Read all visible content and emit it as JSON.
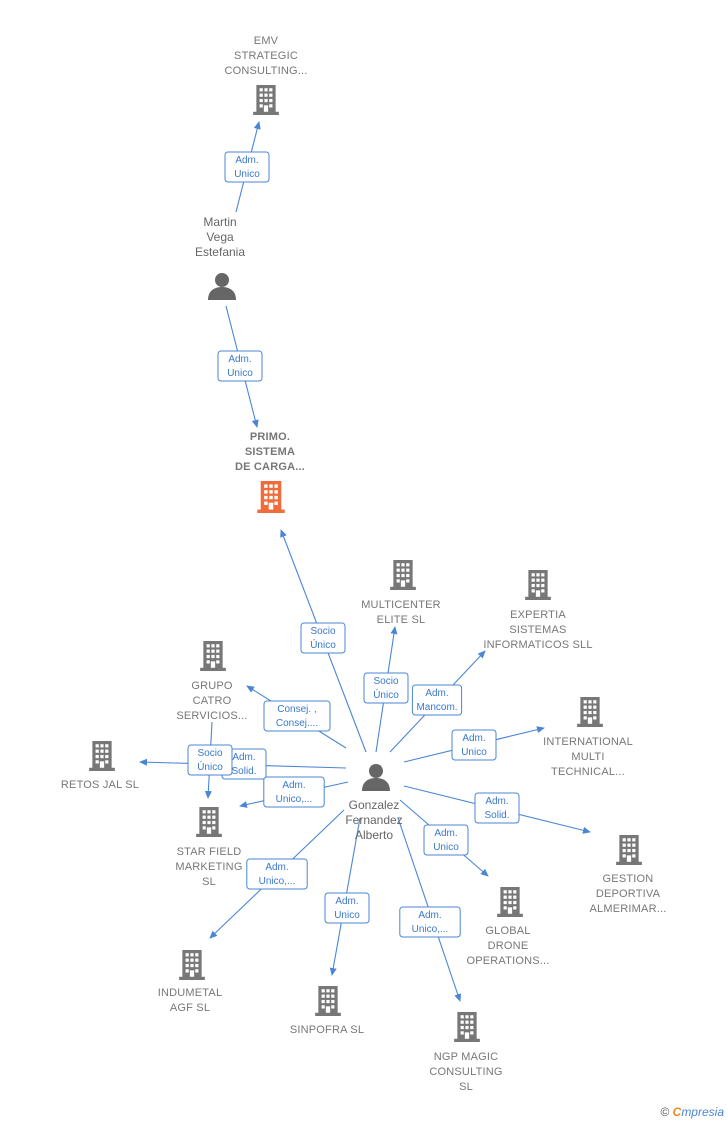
{
  "colors": {
    "edge": "#4a86d6",
    "building": "#777777",
    "main_building": "#f26b3a",
    "person": "#666666"
  },
  "nodes": [
    {
      "id": "emv",
      "type": "company",
      "lines": [
        "EMV",
        "STRATEGIC",
        "CONSULTING..."
      ]
    },
    {
      "id": "martin",
      "type": "person",
      "lines": [
        "Martin",
        "Vega",
        "Estefania"
      ]
    },
    {
      "id": "primo",
      "type": "company",
      "main": true,
      "lines": [
        "PRIMO.",
        "SISTEMA",
        "DE CARGA..."
      ]
    },
    {
      "id": "multicenter",
      "type": "company",
      "lines": [
        "MULTICENTER",
        "ELITE  SL"
      ]
    },
    {
      "id": "expertia",
      "type": "company",
      "lines": [
        "EXPERTIA",
        "SISTEMAS",
        "INFORMATICOS SLL"
      ]
    },
    {
      "id": "grupo",
      "type": "company",
      "lines": [
        "GRUPO",
        "CATRO",
        "SERVICIOS..."
      ]
    },
    {
      "id": "international",
      "type": "company",
      "lines": [
        "INTERNATIONAL",
        "MULTI",
        "TECHNICAL..."
      ]
    },
    {
      "id": "retos",
      "type": "company",
      "lines": [
        "RETOS JAL  SL"
      ]
    },
    {
      "id": "gonzalez",
      "type": "person",
      "lines": [
        "Gonzalez",
        "Fernandez",
        "Alberto"
      ]
    },
    {
      "id": "starfield",
      "type": "company",
      "lines": [
        "STAR FIELD",
        "MARKETING",
        "SL"
      ]
    },
    {
      "id": "gestion",
      "type": "company",
      "lines": [
        "GESTION",
        "DEPORTIVA",
        "ALMERIMAR..."
      ]
    },
    {
      "id": "globaldrone",
      "type": "company",
      "lines": [
        "GLOBAL",
        "DRONE",
        "OPERATIONS..."
      ]
    },
    {
      "id": "indumetal",
      "type": "company",
      "lines": [
        "INDUMETAL",
        "AGF  SL"
      ]
    },
    {
      "id": "sinpofra",
      "type": "company",
      "lines": [
        "SINPOFRA  SL"
      ]
    },
    {
      "id": "ngp",
      "type": "company",
      "lines": [
        "NGP MAGIC",
        "CONSULTING",
        "SL"
      ]
    }
  ],
  "edges": [
    {
      "from": "martin",
      "to": "emv",
      "label": [
        "Adm.",
        "Unico"
      ]
    },
    {
      "from": "martin",
      "to": "primo",
      "label": [
        "Adm.",
        "Unico"
      ]
    },
    {
      "from": "gonzalez",
      "to": "primo",
      "label": [
        "Socio",
        "Único"
      ]
    },
    {
      "from": "gonzalez",
      "to": "multicenter",
      "label": [
        "Socio",
        "Único"
      ]
    },
    {
      "from": "gonzalez",
      "to": "expertia",
      "label": [
        "Adm.",
        "Mancom."
      ]
    },
    {
      "from": "gonzalez",
      "to": "grupo",
      "label": [
        "Consej. ,",
        "Consej...."
      ]
    },
    {
      "from": "gonzalez",
      "to": "international",
      "label": [
        "Adm.",
        "Unico"
      ]
    },
    {
      "from": "gonzalez",
      "to": "retos",
      "label": [
        "Adm.",
        "Solid."
      ]
    },
    {
      "from": "gonzalez",
      "to": "starfield",
      "label": [
        "Adm.",
        "Unico,..."
      ]
    },
    {
      "from": "grupo",
      "to": "starfield",
      "label": [
        "Socio",
        "Único"
      ]
    },
    {
      "from": "gonzalez",
      "to": "gestion",
      "label": [
        "Adm.",
        "Solid."
      ]
    },
    {
      "from": "gonzalez",
      "to": "globaldrone",
      "label": [
        "Adm.",
        "Unico"
      ]
    },
    {
      "from": "gonzalez",
      "to": "indumetal",
      "label": [
        "Adm.",
        "Unico,..."
      ]
    },
    {
      "from": "gonzalez",
      "to": "sinpofra",
      "label": [
        "Adm.",
        "Unico"
      ]
    },
    {
      "from": "gonzalez",
      "to": "ngp",
      "label": [
        "Adm.",
        "Unico,..."
      ]
    }
  ],
  "footer": {
    "copyright_symbol": "©",
    "brand_first": "C",
    "brand_rest": "mpresia"
  }
}
